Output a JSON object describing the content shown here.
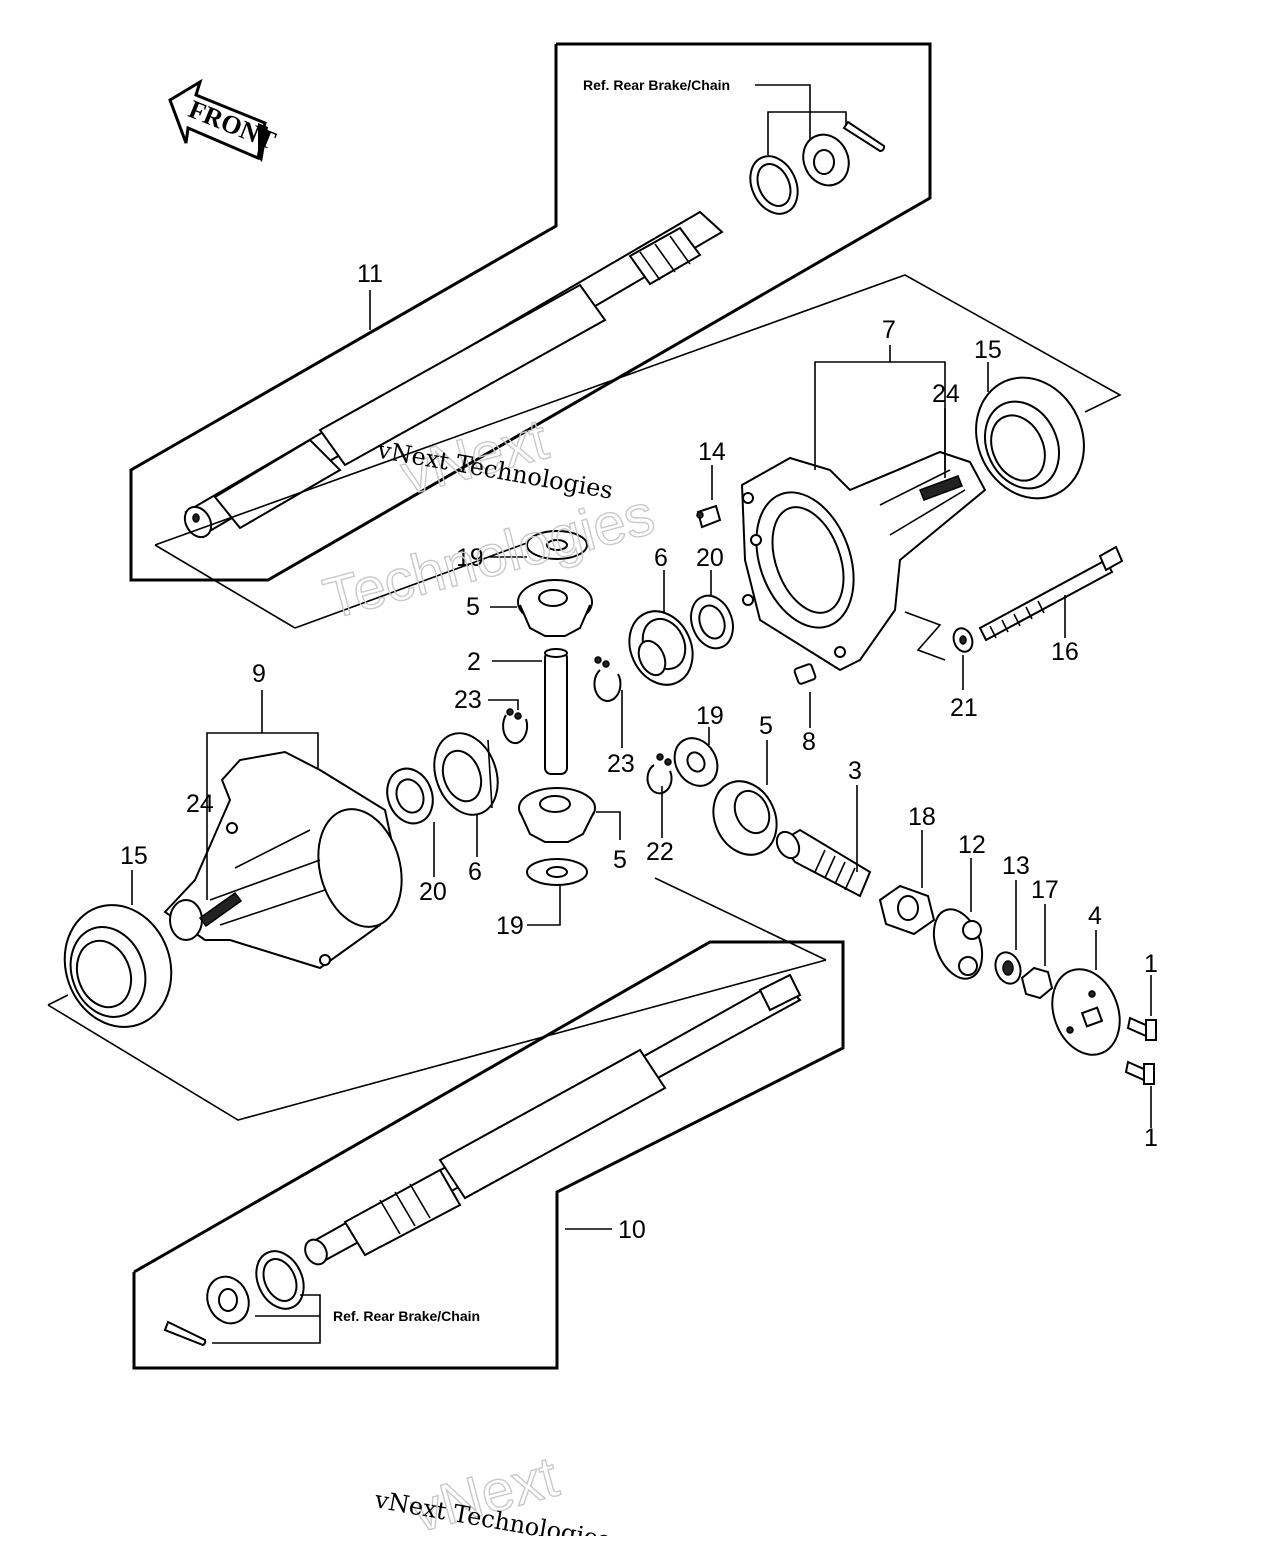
{
  "labels": {
    "n1": "1",
    "n2": "2",
    "n3": "3",
    "n4": "4",
    "n5": "5",
    "n6": "6",
    "n7": "7",
    "n8": "8",
    "n9": "9",
    "n10": "10",
    "n11": "11",
    "n12": "12",
    "n13": "13",
    "n14": "14",
    "n15": "15",
    "n16": "16",
    "n17": "17",
    "n18": "18",
    "n19": "19",
    "n20": "20",
    "n21": "21",
    "n22": "22",
    "n23": "23",
    "n24": "24"
  },
  "ref_rear_brake_chain": "Ref. Rear Brake/Chain",
  "front_arrow": "FRONT",
  "watermark": {
    "brand": "vNext",
    "sub": "Technologies",
    "line": "vNext Technologies"
  }
}
